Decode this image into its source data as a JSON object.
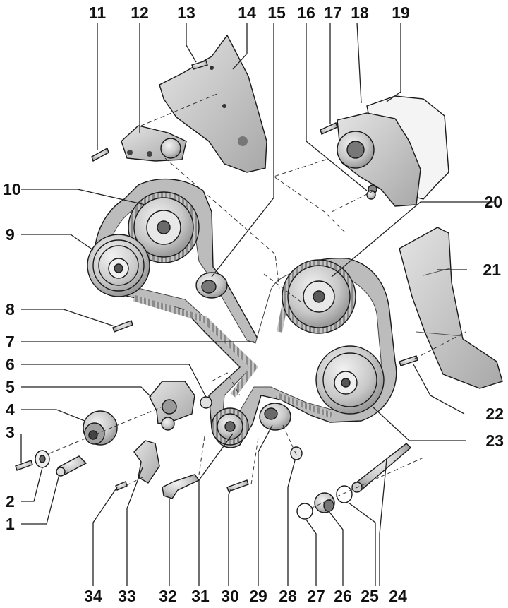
{
  "diagram": {
    "kind": "exploded-parts-view",
    "subject": "timing belt drive",
    "callouts": [
      "1",
      "2",
      "3",
      "4",
      "5",
      "6",
      "7",
      "8",
      "9",
      "10",
      "11",
      "12",
      "13",
      "14",
      "15",
      "16",
      "17",
      "18",
      "19",
      "20",
      "21",
      "22",
      "23",
      "24",
      "25",
      "26",
      "27",
      "28",
      "29",
      "30",
      "31",
      "32",
      "33",
      "34"
    ]
  },
  "colors": {
    "background": "#ffffff",
    "ink": "#111111",
    "part_fill": "#d4d4d4",
    "part_shadow": "#9a9a9a",
    "belt": "#bdbdbd"
  }
}
